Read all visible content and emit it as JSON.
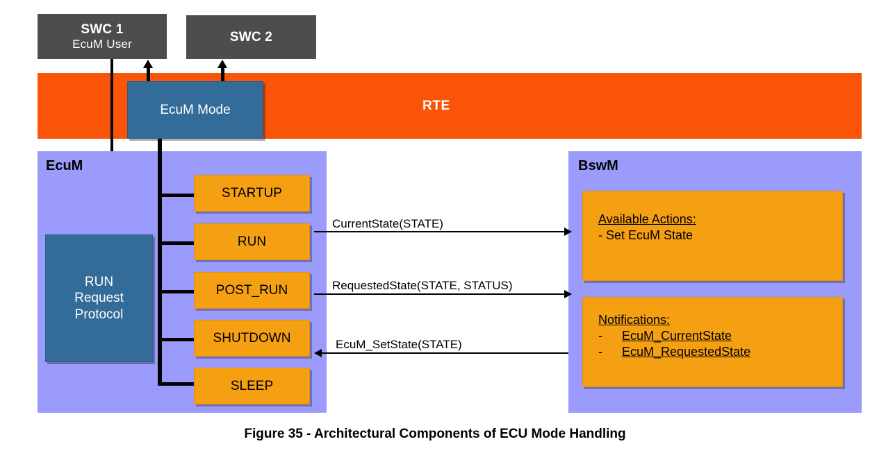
{
  "figure": {
    "caption": "Figure 35 - Architectural Components of ECU Mode Handling"
  },
  "colors": {
    "rte_bar": "#fa5408",
    "swc_box": "#4d4d4d",
    "panel_purple": "#9b9bfb",
    "state_orange": "#f5a013",
    "blue_component": "#336b99",
    "text_dark": "#000000",
    "text_light": "#ffffff"
  },
  "swc": [
    {
      "title": "SWC 1",
      "subtitle": "EcuM User"
    },
    {
      "title": "SWC 2",
      "subtitle": ""
    }
  ],
  "rte": {
    "label": "RTE"
  },
  "ecum_mode": {
    "label": "EcuM Mode"
  },
  "ecum_panel": {
    "title": "EcuM",
    "run_request_protocol": {
      "line1": "RUN",
      "line2": "Request",
      "line3": "Protocol"
    },
    "states": [
      {
        "label": "STARTUP"
      },
      {
        "label": "RUN"
      },
      {
        "label": "POST_RUN"
      },
      {
        "label": "SHUTDOWN"
      },
      {
        "label": "SLEEP"
      }
    ]
  },
  "bswm_panel": {
    "title": "BswM",
    "available_actions": {
      "heading": "Available Actions:",
      "items": [
        "- Set EcuM State"
      ]
    },
    "notifications": {
      "heading": "Notifications:",
      "bullet": "-",
      "items": [
        "EcuM_CurrentState",
        "EcuM_RequestedState"
      ]
    }
  },
  "messages": [
    {
      "label": "CurrentState(STATE)",
      "direction": "right"
    },
    {
      "label": "RequestedState(STATE, STATUS)",
      "direction": "right"
    },
    {
      "label": "EcuM_SetState(STATE)",
      "direction": "left"
    }
  ]
}
